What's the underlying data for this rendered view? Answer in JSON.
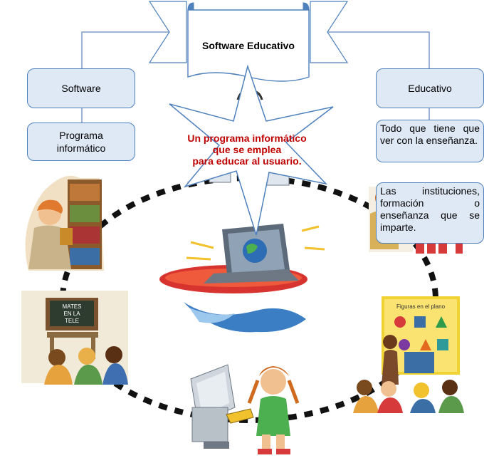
{
  "banner": {
    "title": "Software Educativo"
  },
  "left_branch": {
    "heading": "Software",
    "definition_line1": "Programa",
    "definition_line2": "informático"
  },
  "right_branch": {
    "heading": "Educativo",
    "definition1": "Todo que tiene que ver con la enseñanza.",
    "definition2": "Las instituciones, formación o enseñanza que se imparte."
  },
  "star": {
    "line1": "Un programa informático",
    "line2": "que se emplea",
    "line3": "para educar al usuario."
  },
  "illustrations": {
    "board_text_1": "MATES",
    "board_text_2": "EN LA",
    "board_text_3": "TELE",
    "poster_title": "Figuras en el plano"
  },
  "colors": {
    "box_fill": "#dfe8f5",
    "box_border": "#4f81bd",
    "star_text": "#c00000",
    "connector": "#7f9cc9"
  }
}
